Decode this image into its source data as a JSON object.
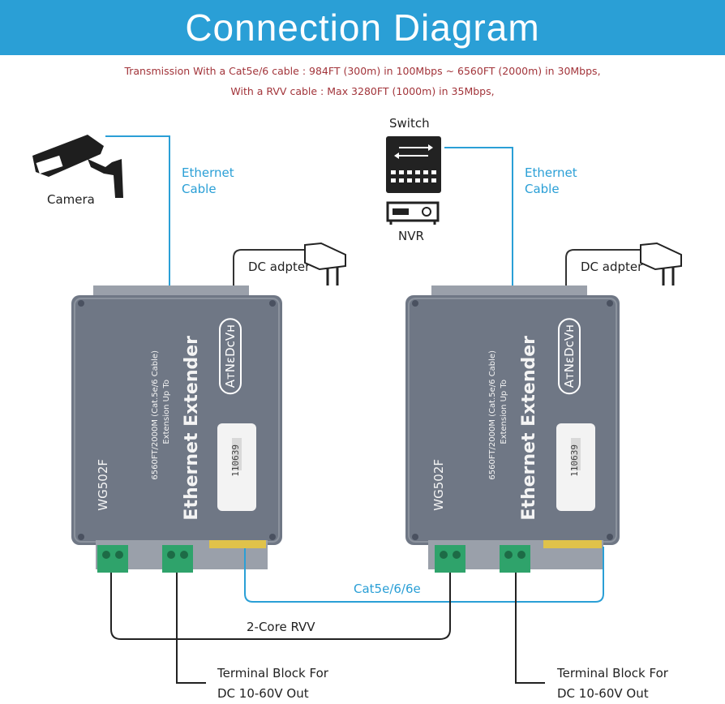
{
  "banner": {
    "title": "Connection Diagram"
  },
  "notes": {
    "line1": "Transmission With a Cat5e/6 cable :  984FT (300m) in 100Mbps ~ 6560FT (2000m) in 30Mbps,",
    "line2": "With a RVV cable :  Max 3280FT (1000m) in 35Mbps,"
  },
  "labels": {
    "camera": "Camera",
    "switch": "Switch",
    "nvr": "NVR",
    "ethernet_left_1": "Ethernet",
    "ethernet_left_2": "Cable",
    "ethernet_right_1": "Ethernet",
    "ethernet_right_2": "Cable",
    "dc_left": "DC adpter",
    "dc_right": "DC adpter",
    "cat5": "Cat5e/6/6e",
    "rvv": "2-Core RVV",
    "terminal_left_1": "Terminal Block For",
    "terminal_left_2": "DC 10-60V Out",
    "terminal_right_1": "Terminal Block For",
    "terminal_right_2": "DC 10-60V Out"
  },
  "devices": [
    {
      "brand": "AтNεDcVн",
      "product": "Ethernet Extender",
      "extension_1": "Extension Up To",
      "extension_2": "6560FT/2000M (Cat.5e/6 Cable)",
      "serial": "110639",
      "model": "WG502F"
    },
    {
      "brand": "AтNεDcVн",
      "product": "Ethernet Extender",
      "extension_1": "Extension Up To",
      "extension_2": "6560FT/2000M (Cat.5e/6 Cable)",
      "serial": "110639",
      "model": "WG502F"
    }
  ],
  "colors": {
    "banner": "#2a9fd6",
    "note": "#a2343a",
    "cable_blue": "#2a9fd6",
    "device_body": "#6f7785",
    "terminal_green": "#2fa36b"
  },
  "icons": [
    "camera-icon",
    "switch-icon",
    "nvr-icon",
    "dc-adapter-plug-icon",
    "terminal-block-icon"
  ]
}
